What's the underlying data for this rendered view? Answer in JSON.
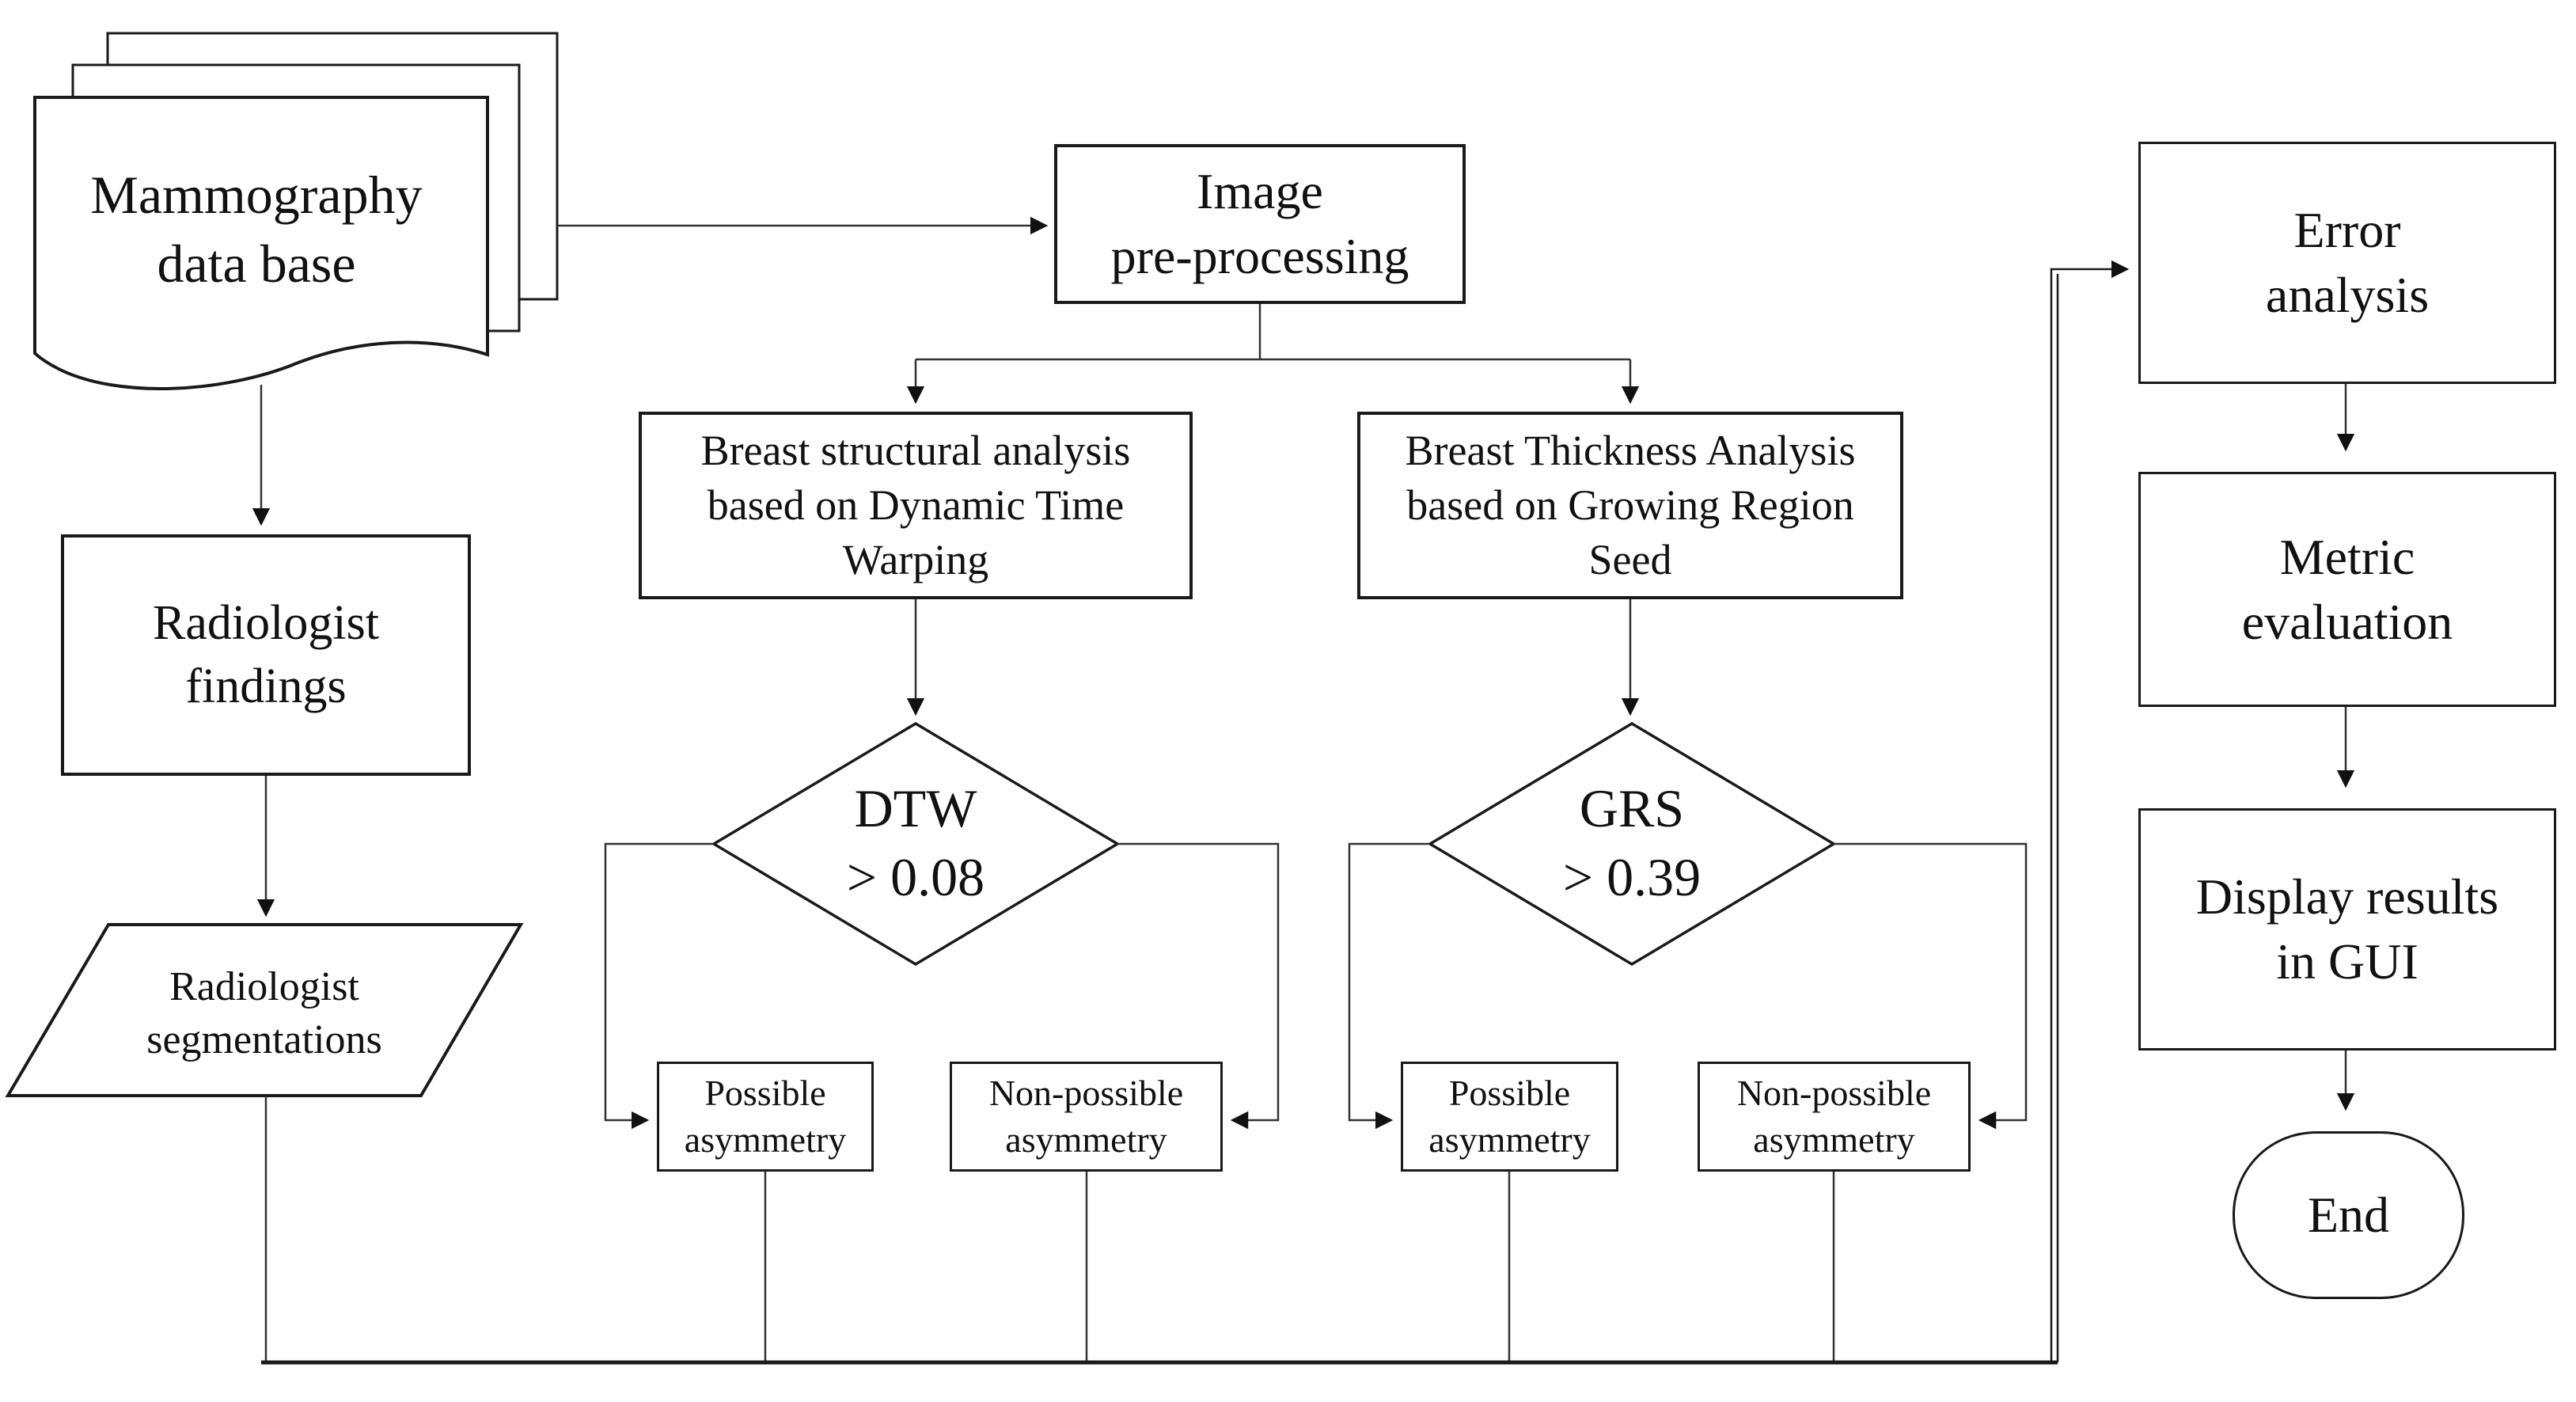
{
  "diagram": {
    "title": "Mammography asymmetry analysis flowchart",
    "colors": {
      "background": "#ffffff",
      "stroke": "#1a1a1a",
      "text": "#111111"
    },
    "nodes": {
      "database": {
        "shape": "document-stack",
        "label": "Mammography\ndata base"
      },
      "radiologist_findings": {
        "shape": "rectangle",
        "label": "Radiologist\nfindings"
      },
      "radiologist_segmentations": {
        "shape": "parallelogram",
        "label": "Radiologist\nsegmentations"
      },
      "image_preprocessing": {
        "shape": "rectangle",
        "label": "Image\npre-processing"
      },
      "structural_analysis": {
        "shape": "rectangle",
        "label": "Breast structural analysis\nbased on Dynamic Time\nWarping"
      },
      "thickness_analysis": {
        "shape": "rectangle",
        "label": "Breast Thickness Analysis\nbased on Growing Region\nSeed"
      },
      "dtw_decision": {
        "shape": "diamond",
        "label": "DTW\n> 0.08"
      },
      "grs_decision": {
        "shape": "diamond",
        "label": "GRS\n> 0.39"
      },
      "dtw_possible": {
        "shape": "rectangle",
        "label": "Possible\nasymmetry"
      },
      "dtw_non_possible": {
        "shape": "rectangle",
        "label": "Non-possible\nasymmetry"
      },
      "grs_possible": {
        "shape": "rectangle",
        "label": "Possible\nasymmetry"
      },
      "grs_non_possible": {
        "shape": "rectangle",
        "label": "Non-possible\nasymmetry"
      },
      "error_analysis": {
        "shape": "rectangle",
        "label": "Error\nanalysis"
      },
      "metric_evaluation": {
        "shape": "rectangle",
        "label": "Metric\nevaluation"
      },
      "display_results": {
        "shape": "rectangle",
        "label": "Display results\nin GUI"
      },
      "end": {
        "shape": "terminator",
        "label": "End"
      }
    },
    "edges": [
      {
        "from": "database",
        "to": "image_preprocessing"
      },
      {
        "from": "database",
        "to": "radiologist_findings"
      },
      {
        "from": "radiologist_findings",
        "to": "radiologist_segmentations"
      },
      {
        "from": "image_preprocessing",
        "to": "structural_analysis"
      },
      {
        "from": "image_preprocessing",
        "to": "thickness_analysis"
      },
      {
        "from": "structural_analysis",
        "to": "dtw_decision"
      },
      {
        "from": "thickness_analysis",
        "to": "grs_decision"
      },
      {
        "from": "dtw_decision",
        "to": "dtw_possible"
      },
      {
        "from": "dtw_decision",
        "to": "dtw_non_possible"
      },
      {
        "from": "grs_decision",
        "to": "grs_possible"
      },
      {
        "from": "grs_decision",
        "to": "grs_non_possible"
      },
      {
        "from": "radiologist_segmentations",
        "to": "error_analysis"
      },
      {
        "from": "dtw_possible",
        "to": "error_analysis"
      },
      {
        "from": "dtw_non_possible",
        "to": "error_analysis"
      },
      {
        "from": "grs_possible",
        "to": "error_analysis"
      },
      {
        "from": "grs_non_possible",
        "to": "error_analysis"
      },
      {
        "from": "error_analysis",
        "to": "metric_evaluation"
      },
      {
        "from": "metric_evaluation",
        "to": "display_results"
      },
      {
        "from": "display_results",
        "to": "end"
      }
    ]
  }
}
